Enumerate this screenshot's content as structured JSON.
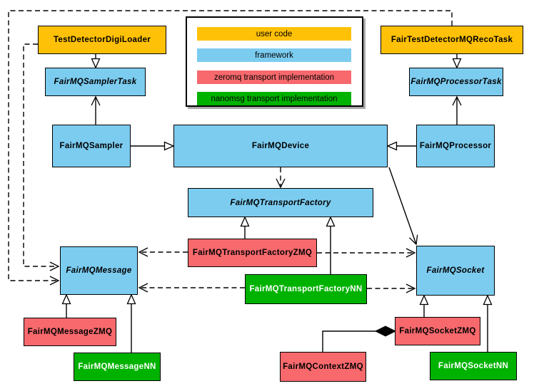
{
  "colors": {
    "user_code": "#FFC107",
    "framework": "#7CCCF0",
    "zeromq_impl": "#F7696D",
    "nanomsg_impl": "#00B200"
  },
  "legend": {
    "items": [
      {
        "label": "user code",
        "color": "#FFC107"
      },
      {
        "label": "framework",
        "color": "#7CCCF0"
      },
      {
        "label": "zeromq transport implementation",
        "color": "#F7696D"
      },
      {
        "label": "nanomsg transport implementation",
        "color": "#00B200"
      }
    ]
  },
  "nodes": [
    {
      "id": "TestDetectorDigiLoader",
      "label": "TestDetectorDigiLoader",
      "category": "user code",
      "abstract": false
    },
    {
      "id": "FairTestDetectorMQRecoTask",
      "label": "FairTestDetectorMQRecoTask",
      "category": "user code",
      "abstract": false
    },
    {
      "id": "FairMQSamplerTask",
      "label": "FairMQSamplerTask",
      "category": "framework",
      "abstract": true
    },
    {
      "id": "FairMQProcessorTask",
      "label": "FairMQProcessorTask",
      "category": "framework",
      "abstract": true
    },
    {
      "id": "FairMQSampler",
      "label": "FairMQSampler",
      "category": "framework",
      "abstract": false
    },
    {
      "id": "FairMQDevice",
      "label": "FairMQDevice",
      "category": "framework",
      "abstract": false
    },
    {
      "id": "FairMQProcessor",
      "label": "FairMQProcessor",
      "category": "framework",
      "abstract": false
    },
    {
      "id": "FairMQTransportFactory",
      "label": "FairMQTransportFactory",
      "category": "framework",
      "abstract": true
    },
    {
      "id": "FairMQTransportFactoryZMQ",
      "label": "FairMQTransportFactoryZMQ",
      "category": "zeromq transport implementation",
      "abstract": false
    },
    {
      "id": "FairMQTransportFactoryNN",
      "label": "FairMQTransportFactoryNN",
      "category": "nanomsg transport implementation",
      "abstract": false
    },
    {
      "id": "FairMQMessage",
      "label": "FairMQMessage",
      "category": "framework",
      "abstract": true
    },
    {
      "id": "FairMQSocket",
      "label": "FairMQSocket",
      "category": "framework",
      "abstract": true
    },
    {
      "id": "FairMQMessageZMQ",
      "label": "FairMQMessageZMQ",
      "category": "zeromq transport implementation",
      "abstract": false
    },
    {
      "id": "FairMQMessageNN",
      "label": "FairMQMessageNN",
      "category": "nanomsg transport implementation",
      "abstract": false
    },
    {
      "id": "FairMQContextZMQ",
      "label": "FairMQContextZMQ",
      "category": "zeromq transport implementation",
      "abstract": false
    },
    {
      "id": "FairMQSocketZMQ",
      "label": "FairMQSocketZMQ",
      "category": "zeromq transport implementation",
      "abstract": false
    },
    {
      "id": "FairMQSocketNN",
      "label": "FairMQSocketNN",
      "category": "nanomsg transport implementation",
      "abstract": false
    }
  ],
  "edges": [
    {
      "from": "TestDetectorDigiLoader",
      "to": "FairMQSamplerTask",
      "type": "inheritance"
    },
    {
      "from": "FairTestDetectorMQRecoTask",
      "to": "FairMQProcessorTask",
      "type": "inheritance"
    },
    {
      "from": "FairMQSampler",
      "to": "FairMQDevice",
      "type": "inheritance"
    },
    {
      "from": "FairMQProcessor",
      "to": "FairMQDevice",
      "type": "inheritance"
    },
    {
      "from": "FairMQTransportFactoryZMQ",
      "to": "FairMQTransportFactory",
      "type": "inheritance"
    },
    {
      "from": "FairMQTransportFactoryNN",
      "to": "FairMQTransportFactory",
      "type": "inheritance"
    },
    {
      "from": "FairMQMessageZMQ",
      "to": "FairMQMessage",
      "type": "inheritance"
    },
    {
      "from": "FairMQMessageNN",
      "to": "FairMQMessage",
      "type": "inheritance"
    },
    {
      "from": "FairMQSocketZMQ",
      "to": "FairMQSocket",
      "type": "inheritance"
    },
    {
      "from": "FairMQSocketNN",
      "to": "FairMQSocket",
      "type": "inheritance"
    },
    {
      "from": "FairMQSampler",
      "to": "FairMQSamplerTask",
      "type": "association"
    },
    {
      "from": "FairMQProcessor",
      "to": "FairMQProcessorTask",
      "type": "association"
    },
    {
      "from": "FairMQDevice",
      "to": "FairMQSocket",
      "type": "association"
    },
    {
      "from": "FairMQDevice",
      "to": "FairMQTransportFactory",
      "type": "dependency"
    },
    {
      "from": "FairMQTransportFactoryZMQ",
      "to": "FairMQMessage",
      "type": "dependency"
    },
    {
      "from": "FairMQTransportFactoryZMQ",
      "to": "FairMQSocket",
      "type": "dependency"
    },
    {
      "from": "FairMQTransportFactoryNN",
      "to": "FairMQMessage",
      "type": "dependency"
    },
    {
      "from": "FairMQTransportFactoryNN",
      "to": "FairMQSocket",
      "type": "dependency"
    },
    {
      "from": "TestDetectorDigiLoader",
      "to": "FairMQMessage",
      "type": "dependency"
    },
    {
      "from": "FairTestDetectorMQRecoTask",
      "to": "FairMQMessage",
      "type": "dependency"
    },
    {
      "from": "FairMQContextZMQ",
      "to": "FairMQSocketZMQ",
      "type": "composition"
    }
  ]
}
